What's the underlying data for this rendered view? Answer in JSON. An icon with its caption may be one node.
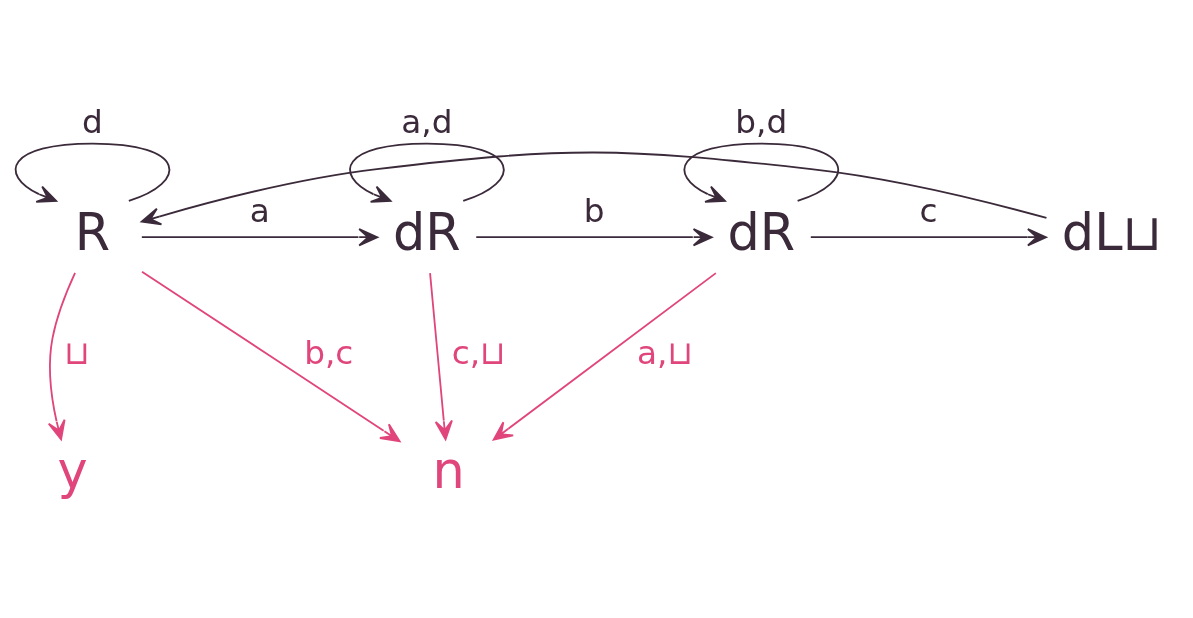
{
  "diagram": {
    "nodes": [
      {
        "text": [
          "R"
        ]
      },
      {
        "text": [
          "dR"
        ]
      },
      {
        "text": [
          "dR"
        ]
      },
      {
        "text": [
          "dL⊔"
        ]
      },
      {
        "text": [
          "y"
        ]
      },
      {
        "text": [
          "n"
        ]
      }
    ],
    "edges": [
      {
        "from": 0,
        "to": 0,
        "arrow": "to",
        "label": "d"
      },
      {
        "from": 0,
        "to": 1,
        "arrow": "to",
        "label": "a"
      },
      {
        "from": 1,
        "to": 1,
        "arrow": "to",
        "label": "a,d"
      },
      {
        "from": 1,
        "to": 2,
        "arrow": "to",
        "label": "b"
      },
      {
        "from": 2,
        "to": 2,
        "arrow": "to",
        "label": "b,d"
      },
      {
        "from": 2,
        "to": 3,
        "arrow": "to",
        "label": "c"
      },
      {
        "from": 3,
        "to": 0,
        "arrow": "to"
      },
      {
        "from": 0,
        "to": 4,
        "arrow": "to",
        "label": "⊔",
        "color": "#e0457b"
      },
      {
        "from": 0,
        "to": 5,
        "arrow": "to",
        "label": "b,c",
        "color": "#e0457b"
      },
      {
        "from": 1,
        "to": 5,
        "arrow": "to",
        "label": "c,⊔",
        "color": "#e0457b"
      },
      {
        "from": 2,
        "to": 5,
        "arrow": "to",
        "label": "a,⊔",
        "color": "#e0457b"
      }
    ]
  }
}
